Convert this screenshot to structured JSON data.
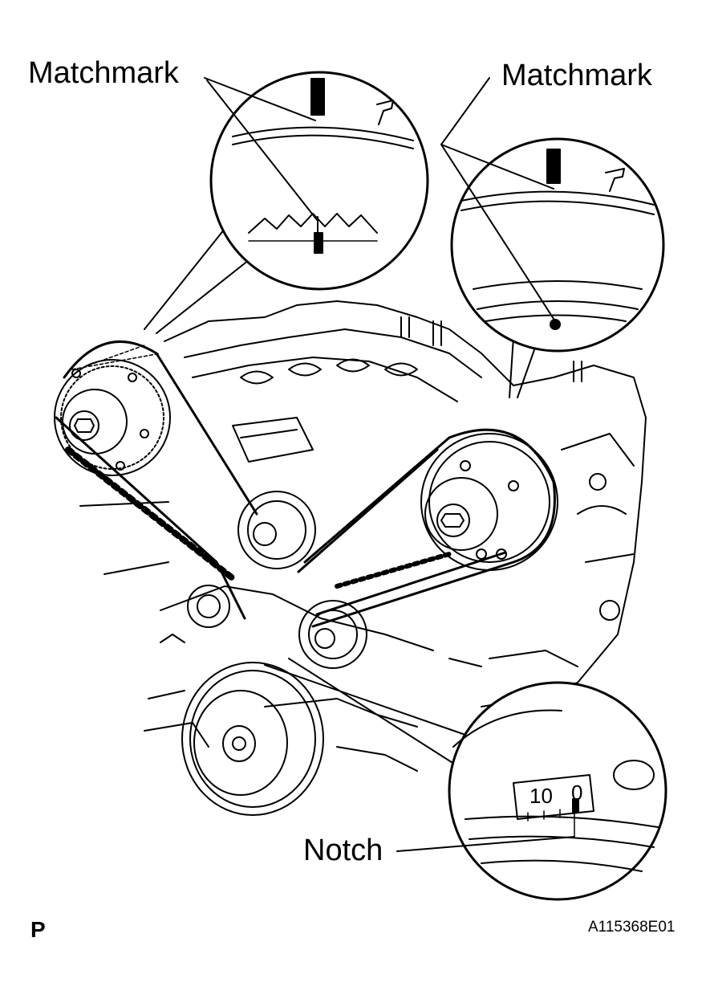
{
  "labels": {
    "matchmark_left": "Matchmark",
    "matchmark_right": "Matchmark",
    "notch": "Notch",
    "section_letter": "P",
    "figure_code": "A115368E01"
  },
  "dial": {
    "scale_left": "10",
    "scale_right": "0"
  },
  "colors": {
    "ink": "#000000",
    "paper": "#ffffff"
  }
}
